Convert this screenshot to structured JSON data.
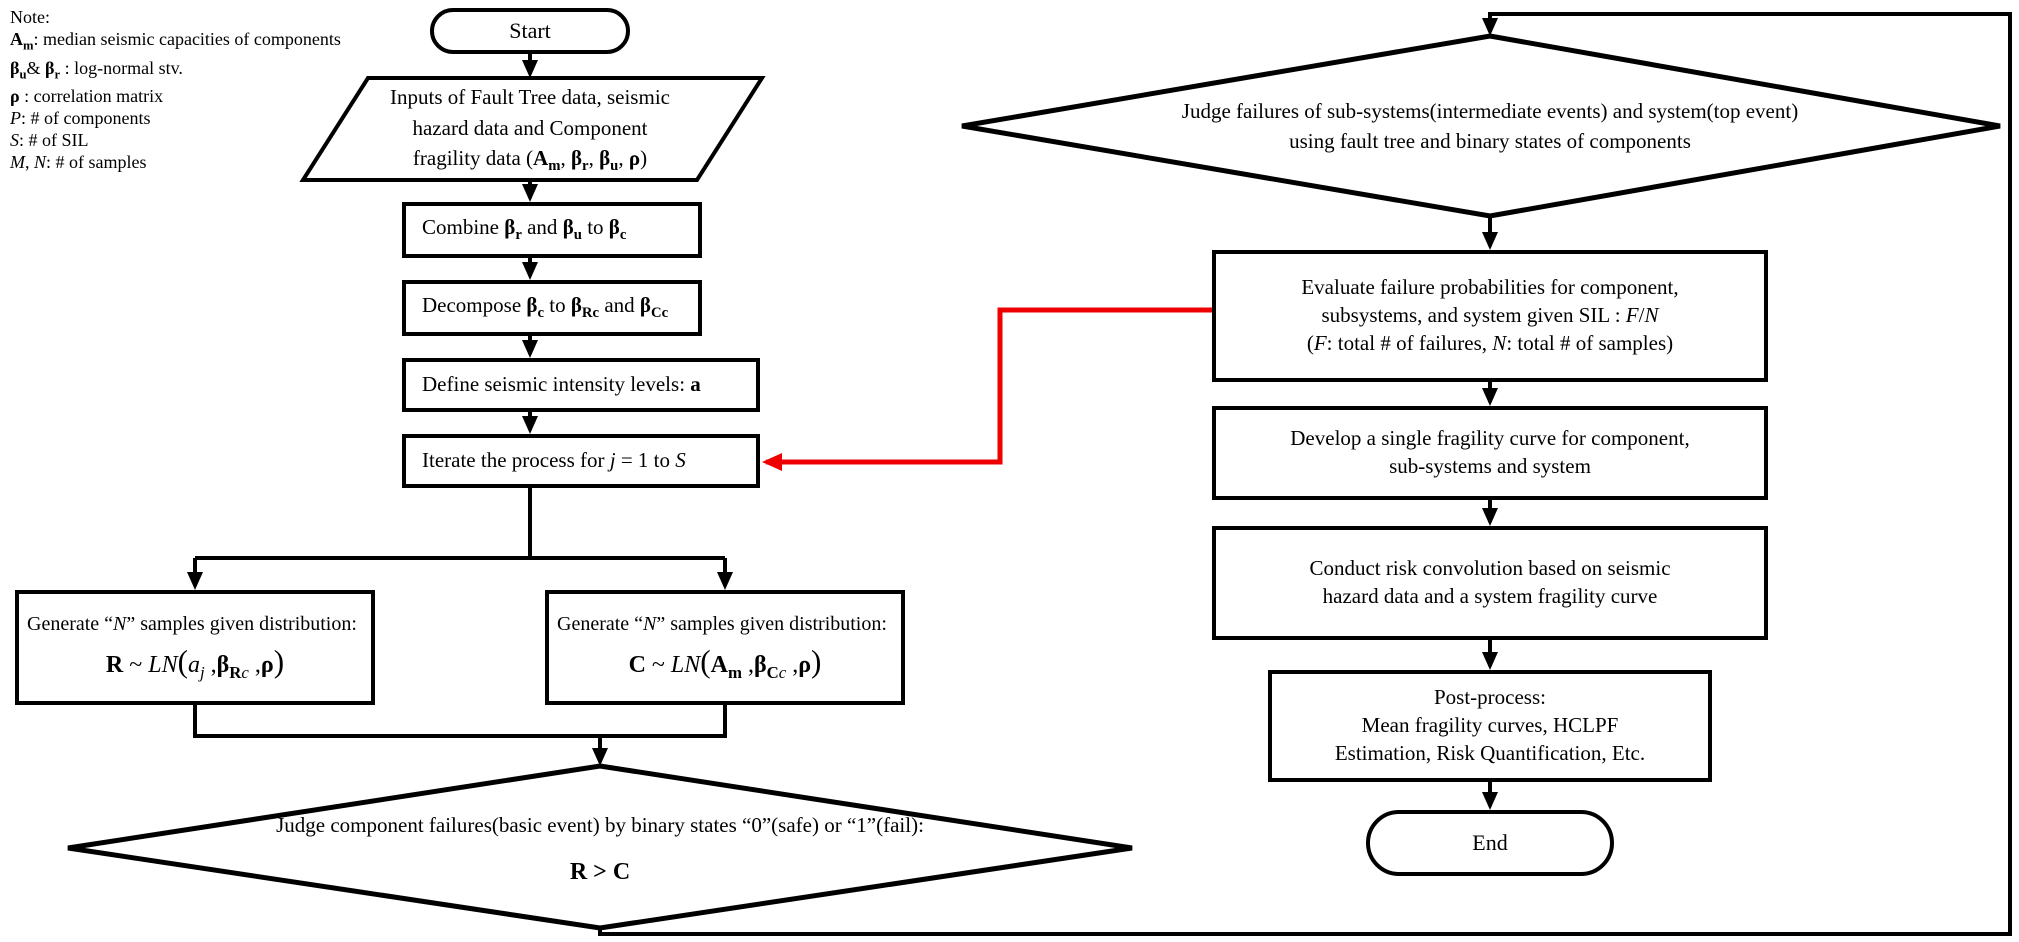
{
  "note": {
    "title": "Note:",
    "lines": [
      "<b>A<sub>m</sub></b>: median seismic capacities of components",
      "<b>β<sub>u</sub></b>&amp; <b>β<sub>r</sub></b> : log-normal stv.",
      "<b>ρ</b> : correlation matrix",
      "<i>P</i>: # of components",
      "<i>S</i>: # of SIL",
      "<i>M</i>, <i>N</i>: # of samples"
    ]
  },
  "nodes": {
    "start": "Start",
    "inputs": "Inputs of Fault Tree data, seismic<br>hazard data and Component<br>fragility data (<b>A<sub>m</sub></b>, <b>β<sub>r</sub></b>, <b>β<sub>u</sub></b>, <b>ρ</b>)",
    "combine": "Combine <b>β<sub>r</sub></b> and <b>β<sub>u</sub></b> to <b>β<sub>c</sub></b>",
    "decompose": "Decompose <b>β<sub>c</sub></b> to <b>β<sub>Rc</sub></b> and <b>β<sub>Cc</sub></b>",
    "define": "Define seismic intensity levels: <b>a</b>",
    "iterate": "Iterate the process for <i>j</i> = 1 to <i>S</i>",
    "generate_r_line1": "Generate “<i>N</i>” samples given distribution:",
    "generate_r_formula": "<b>R</b> ~ <i>LN</i><span class='bigp'>(</span><i>a<sub>j</sub></i> ,<b>β</b><sub><b>R</b><i>c</i></sub> ,<b>ρ</b><span class='bigp'>)</span>",
    "generate_c_line1": "Generate “<i>N</i>” samples given distribution:",
    "generate_c_formula": "<b>C</b> ~ <i>LN</i><span class='bigp'>(</span><b>A<sub>m</sub></b> ,<b>β</b><sub><b>C</b><i>c</i></sub> ,<b>ρ</b><span class='bigp'>)</span>",
    "judge_components_line1": "Judge component failures(basic event) by binary states “0”(safe) or “1”(fail):",
    "judge_components_line2": "<b>R</b> &gt; <b>C</b>",
    "judge_system": "Judge failures of sub-systems(intermediate events) and system(top event)<br>using fault tree and binary states of components",
    "evaluate": "Evaluate failure probabilities for component,<br>subsystems, and system given SIL : <i>F</i>/<i>N</i><br>(<i>F</i>: total # of failures, <i>N</i>: total # of samples)",
    "develop": "Develop a single fragility curve for component,<br>sub-systems and system",
    "conduct": "Conduct risk convolution based on seismic<br>hazard data and a system fragility curve",
    "postprocess": "Post-process:<br>Mean fragility curves, HCLPF<br>Estimation, Risk Quantification, Etc.",
    "end": "End"
  },
  "colors": {
    "line": "#000000",
    "feedback": "#ee0000",
    "background": "#ffffff"
  }
}
